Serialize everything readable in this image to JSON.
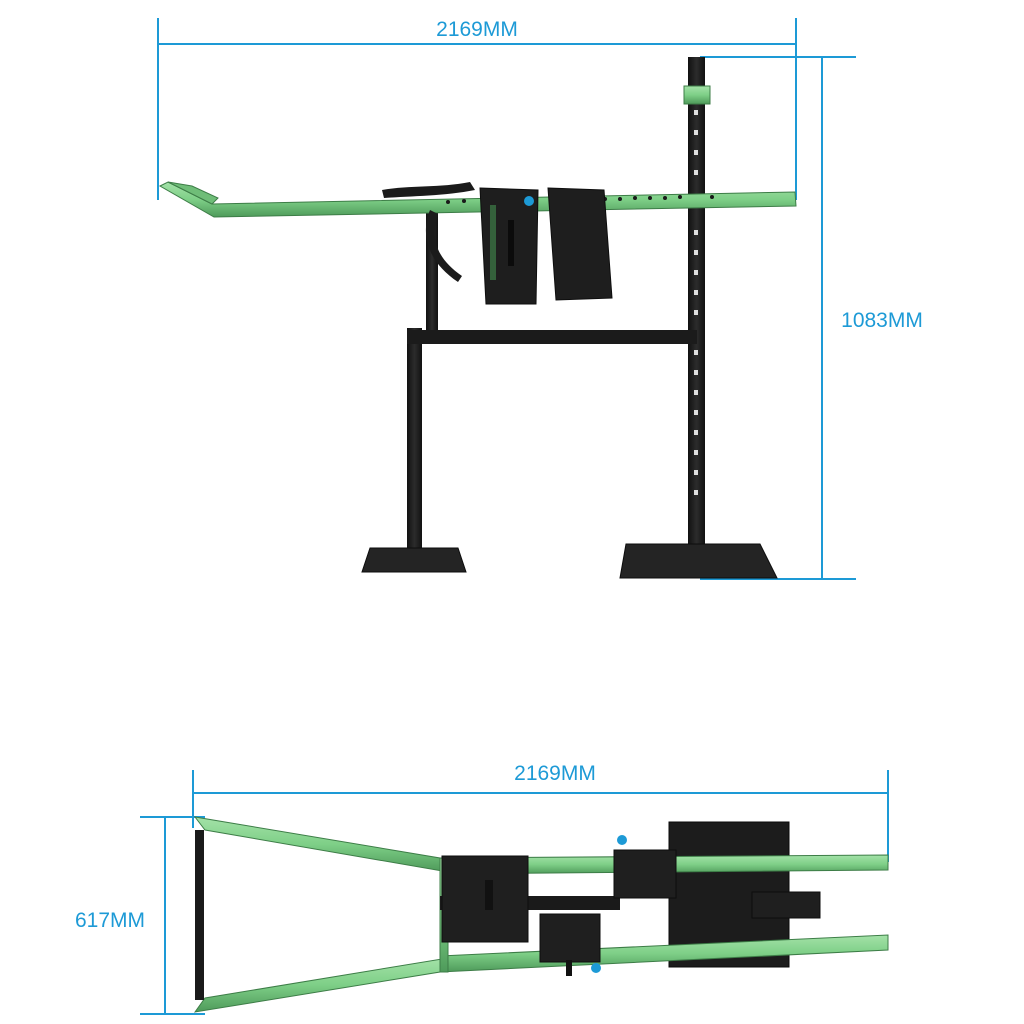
{
  "colors": {
    "dimension": "#1d9ad6",
    "frame_green": "#7ecf87",
    "frame_green_edge": "#3d7d47",
    "steel": "#1f1f1f",
    "steel_dark": "#111111",
    "background": "#ffffff"
  },
  "side_view": {
    "width_label": "2169MM",
    "height_label": "1083MM"
  },
  "top_view": {
    "width_label": "2169MM",
    "depth_label": "617MM"
  }
}
